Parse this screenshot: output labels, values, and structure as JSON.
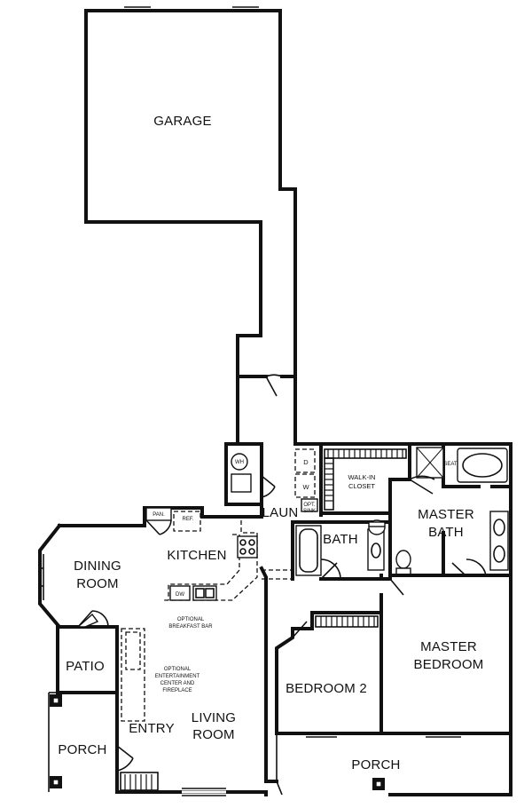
{
  "rooms": {
    "garage": "GARAGE",
    "laundry": "LAUN",
    "kitchen": "KITCHEN",
    "dining_room_1": "DINING",
    "dining_room_2": "ROOM",
    "bath": "BATH",
    "master_bath_1": "MASTER",
    "master_bath_2": "BATH",
    "master_bedroom_1": "MASTER",
    "master_bedroom_2": "BEDROOM",
    "bedroom_2": "BEDROOM 2",
    "patio": "PATIO",
    "porch_left": "PORCH",
    "porch_right": "PORCH",
    "entry": "ENTRY",
    "living_room_1": "LIVING",
    "living_room_2": "ROOM"
  },
  "annotations": {
    "walk_in_closet_1": "WALK-IN",
    "walk_in_closet_2": "CLOSET",
    "pantry": "PAN.",
    "refrigerator": "REF.",
    "dishwasher": "DW",
    "water_heater": "WH",
    "dryer": "D",
    "washer": "W",
    "opt_sink_1": "OPT.",
    "opt_sink_2": "SINK",
    "seat": "SEAT",
    "breakfast_bar_1": "OPTIONAL",
    "breakfast_bar_2": "BREAKFAST BAR",
    "entertainment_1": "OPTIONAL",
    "entertainment_2": "ENTERTAINMENT",
    "entertainment_3": "CENTER AND",
    "entertainment_4": "FIREPLACE"
  }
}
